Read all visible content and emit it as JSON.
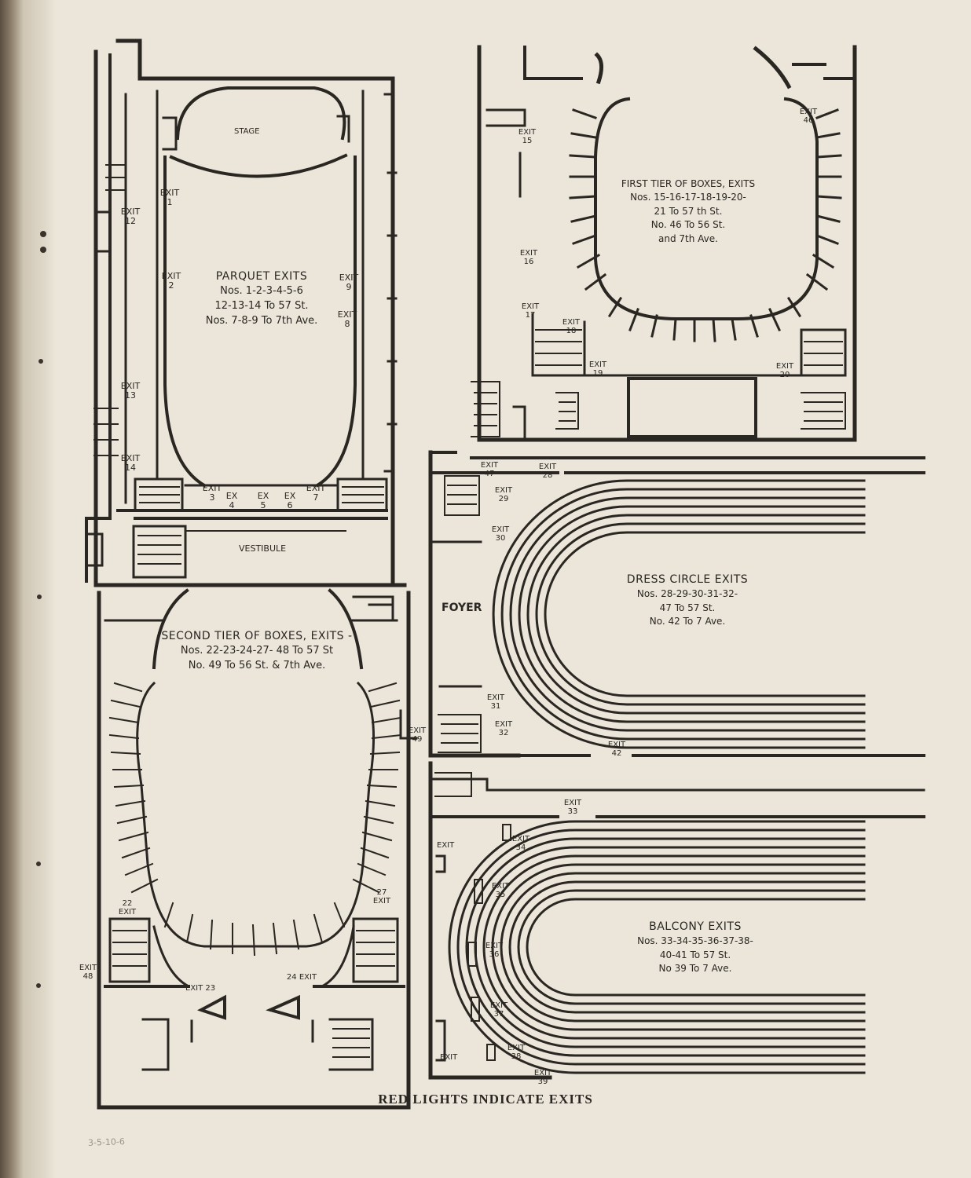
{
  "footer_caption": "RED LIGHTS INDICATE EXITS",
  "pencil_note": "3-5-10-6",
  "parquet": {
    "stage_label": "STAGE",
    "title": "PARQUET EXITS",
    "lines": [
      "Nos. 1-2-3-4-5-6",
      "12-13-14 To 57 St.",
      "Nos. 7-8-9 To 7th Ave."
    ],
    "vestibule_label": "VESTIBULE",
    "exits": [
      "EXIT 1",
      "EXIT 2",
      "EXIT 3",
      "EX 4",
      "EX 5",
      "EX 6",
      "EXIT 7",
      "EXIT 8",
      "EXIT 9",
      "EXIT 12",
      "EXIT 13",
      "EXIT 14"
    ]
  },
  "first_tier": {
    "title": "FIRST TIER OF BOXES, EXITS",
    "lines": [
      "Nos. 15-16-17-18-19-20-",
      "21 To 57 th St.",
      "No. 46 To 56 St.",
      "and 7th Ave."
    ],
    "exits": [
      "EXIT 15",
      "EXIT 16",
      "EXIT 17",
      "EXIT 18",
      "EXIT 19",
      "EXIT 20",
      "EXIT 46"
    ]
  },
  "second_tier": {
    "title": "SECOND TIER OF BOXES, EXITS -",
    "lines": [
      "Nos. 22-23-24-27- 48 To 57 St",
      "No. 49 To 56 St. & 7th Ave."
    ],
    "exits": [
      "22 EXIT",
      "27 EXIT",
      "EXIT 23",
      "24 EXIT",
      "EXIT 48",
      "EXIT 49"
    ]
  },
  "dress_circle": {
    "title": "DRESS CIRCLE EXITS",
    "lines": [
      "Nos. 28-29-30-31-32-",
      "47 To 57 St.",
      "No. 42 To 7 Ave."
    ],
    "foyer_label": "FOYER",
    "exits": [
      "EXIT 47",
      "EXIT 28",
      "EXIT 29",
      "EXIT 30",
      "EXIT 31",
      "EXIT 32",
      "EXIT 42"
    ]
  },
  "balcony": {
    "title": "BALCONY EXITS",
    "lines": [
      "Nos. 33-34-35-36-37-38-",
      "40-41 To 57 St.",
      "No 39 To 7 Ave."
    ],
    "exits": [
      "EXIT 33",
      "EXIT 34",
      "EXIT 35",
      "EXIT 36",
      "EXIT 37",
      "EXIT 38",
      "EXIT 39",
      "EXIT",
      "EXIT"
    ]
  },
  "colors": {
    "paper": "#ebe6d9",
    "ink": "#2a2622",
    "spine": "#6b5e4c"
  }
}
